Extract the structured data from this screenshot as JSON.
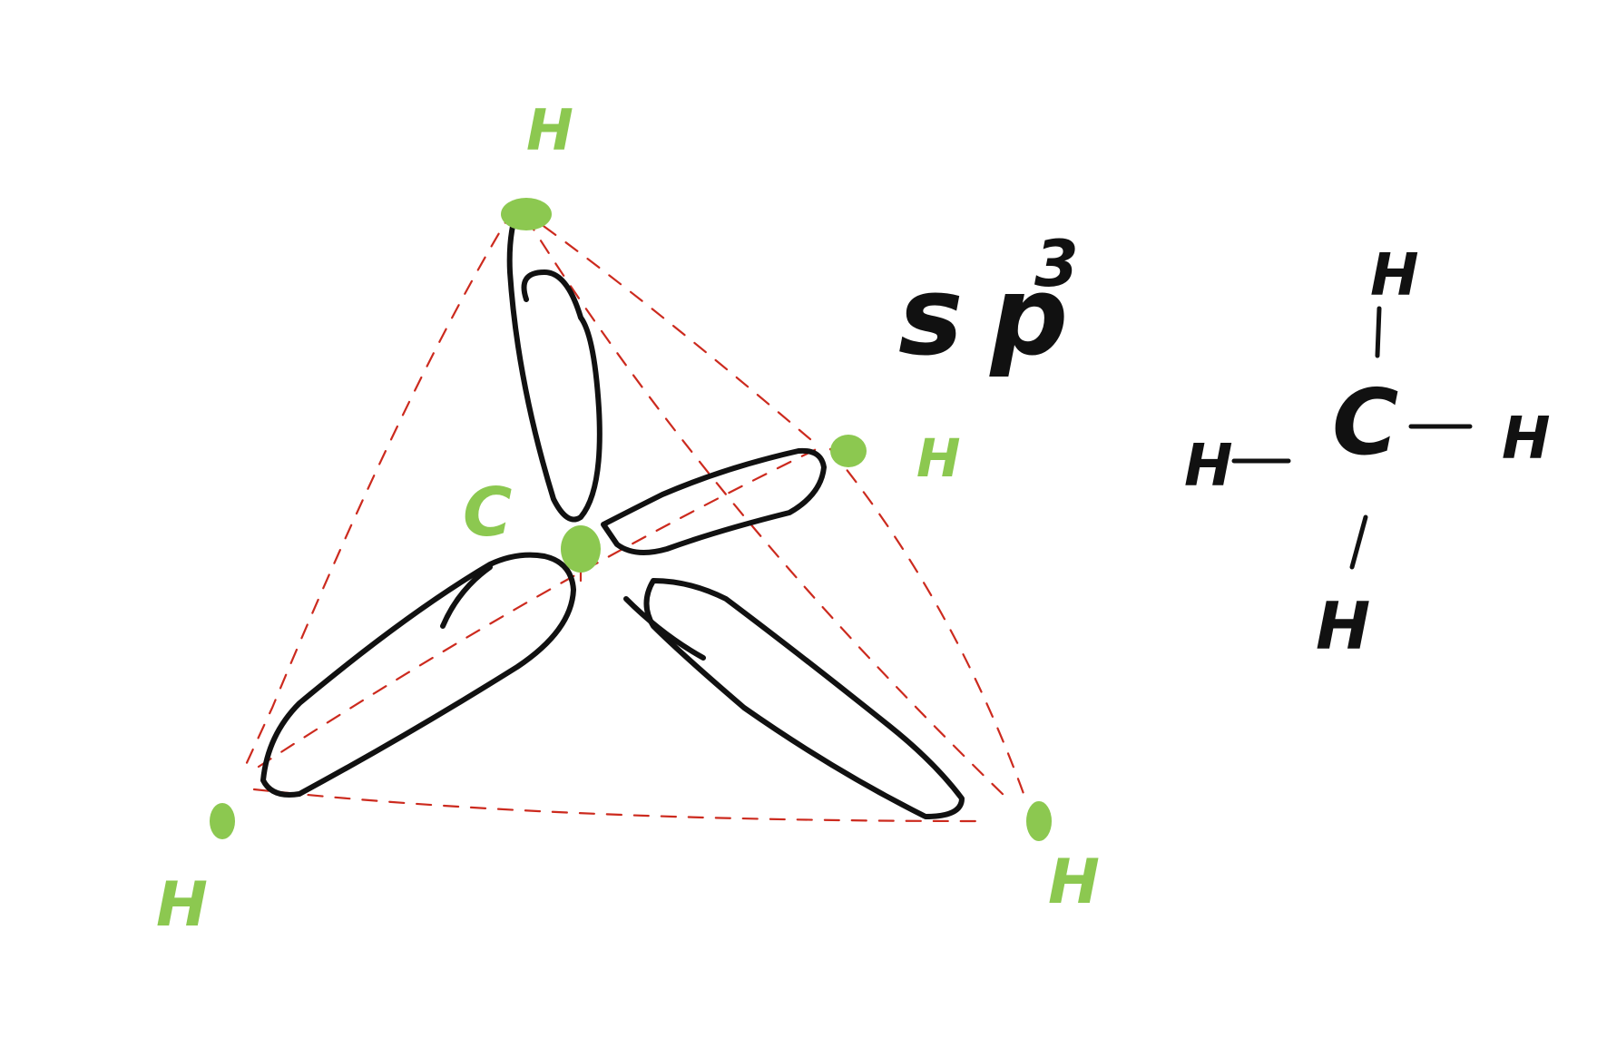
{
  "diagram": {
    "hybridization_label": "sp",
    "hybridization_superscript": "3",
    "central_atom_label": "C",
    "hydrogen_labels": [
      "H",
      "H",
      "H",
      "H"
    ],
    "colors": {
      "atom_marker": "#8cc850",
      "atom_label": "#8cc850",
      "tetrahedron_edges": "#cc2a1e",
      "orbital_lobes": "#111111"
    }
  },
  "structural_formula": {
    "center": "C",
    "top": "H",
    "bottom": "H",
    "left": "H",
    "right": "H"
  }
}
